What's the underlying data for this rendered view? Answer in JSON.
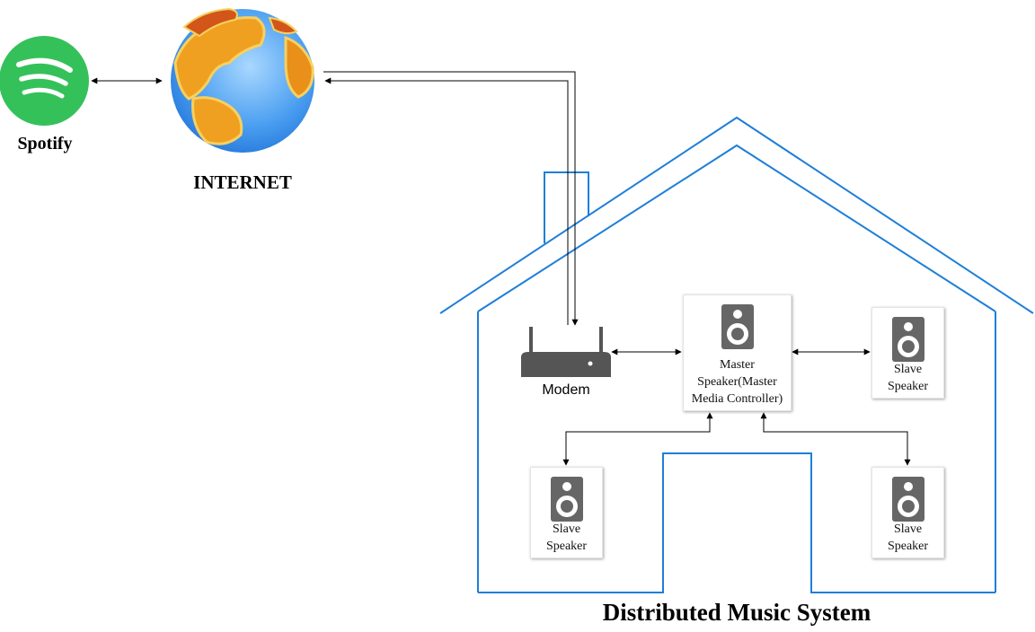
{
  "spotify": {
    "label": "Spotify",
    "color": "#35C15A"
  },
  "internet": {
    "label": "INTERNET"
  },
  "modem": {
    "label": "Modem"
  },
  "master": {
    "label": "Master Speaker(Master Media Controller)",
    "line1": "Master",
    "line2": "Speaker(Master",
    "line3": "Media Controller)"
  },
  "slave_right": {
    "line1": "Slave",
    "line2": "Speaker"
  },
  "slave_bottom_left": {
    "line1": "Slave",
    "line2": "Speaker"
  },
  "slave_bottom_right": {
    "line1": "Slave",
    "line2": "Speaker"
  },
  "title": "Distributed Music System",
  "colors": {
    "house": "#1E7FD8",
    "speaker_icon": "#666666",
    "connector": "#000000"
  }
}
